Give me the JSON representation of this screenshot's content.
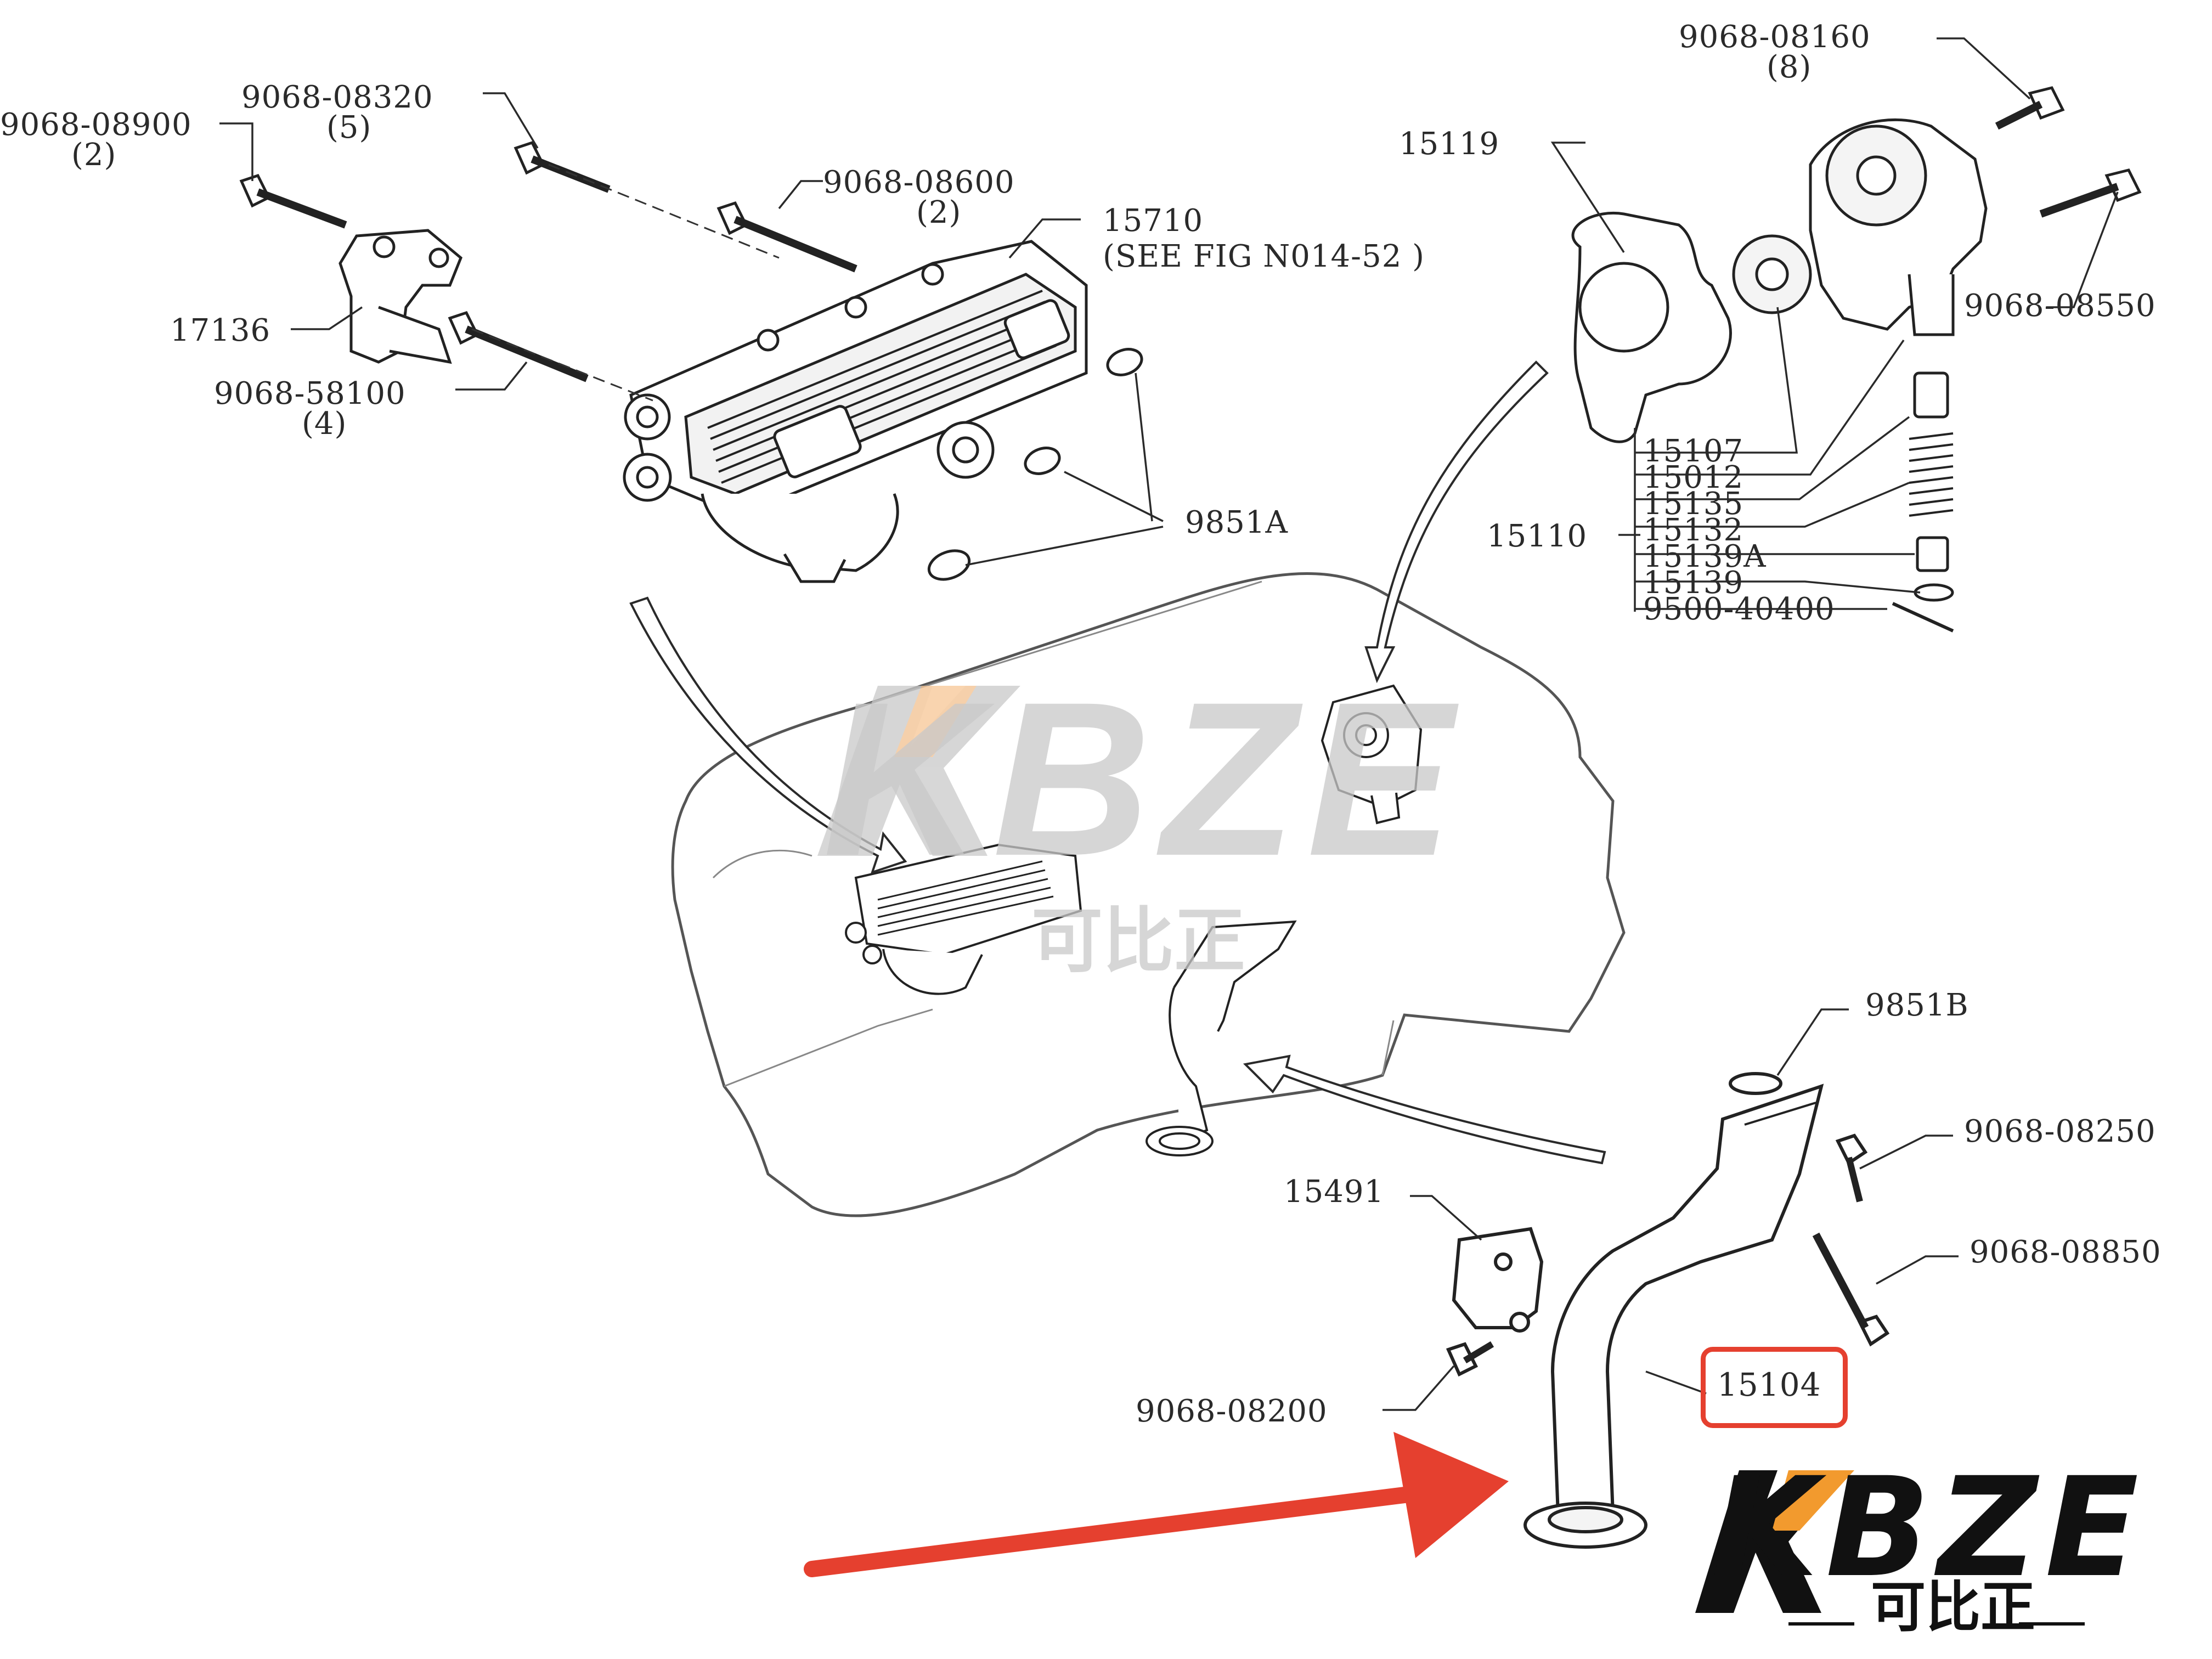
{
  "labels": {
    "p_9068_08900": "9068-08900",
    "q_9068_08900": "(2)",
    "p_9068_08320": "9068-08320",
    "q_9068_08320": "(5)",
    "p_9068_08600": "9068-08600",
    "q_9068_08600": "(2)",
    "p_15710": "15710",
    "p_15710_note": "(SEE FIG N014-52        )",
    "p_17136": "17136",
    "p_9068_58100": "9068-58100",
    "q_9068_58100": "(4)",
    "p_9851A": "9851A",
    "p_9068_08160": "9068-08160",
    "q_9068_08160": "(8)",
    "p_15119": "15119",
    "p_9068_08550": "9068-08550",
    "p_15110": "15110",
    "p_15107": "15107",
    "p_15012": "15012",
    "p_15135": "15135",
    "p_15132": "15132",
    "p_15139A": "15139A",
    "p_15139": "15139",
    "p_9500_40400": "9500-40400",
    "p_9851B": "9851B",
    "p_9068_08250": "9068-08250",
    "p_9068_08850": "9068-08850",
    "p_15491": "15491",
    "p_9068_08200": "9068-08200",
    "p_15104": "15104"
  },
  "watermark": {
    "brand": "KBZE",
    "chinese": "可比正"
  },
  "logo": {
    "brand": "KBZE",
    "chinese": "可比正"
  },
  "colors": {
    "highlight": "#e5402f",
    "accent_orange": "#f29a2e",
    "line": "#2a2a2a",
    "watermark": "#c9c9c9"
  }
}
